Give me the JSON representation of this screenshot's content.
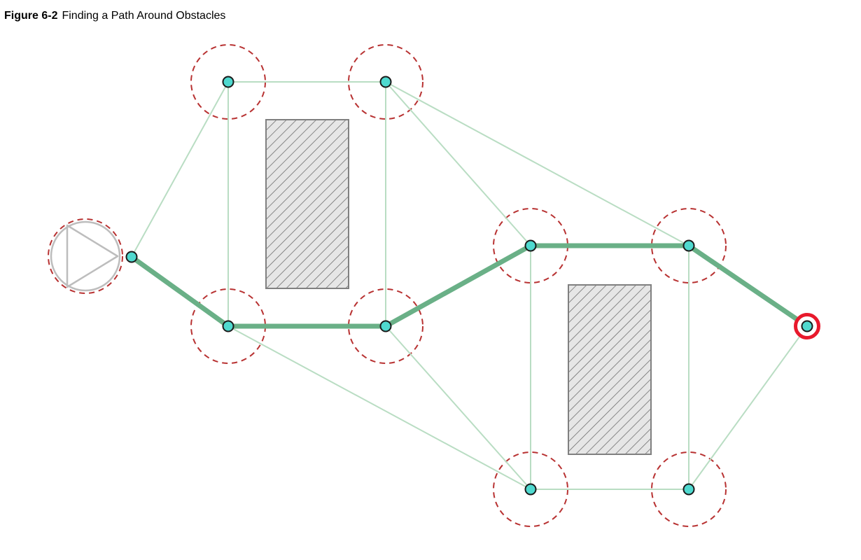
{
  "figure": {
    "number": "Figure 6-2",
    "title": "Finding a Path Around Obstacles"
  },
  "colors": {
    "graph_edge": "#b9ddc3",
    "path_edge": "#6ab087",
    "node_fill": "#4fd9cf",
    "node_stroke": "#1a1a1a",
    "clearance_circle": "#b83232",
    "obstacle_fill": "#e6e6e6",
    "obstacle_hatch": "#707070",
    "obstacle_stroke": "#808080",
    "agent_stroke": "#bdbdbd",
    "goal_ring": "#e8192c"
  },
  "graph": {
    "nodes": [
      {
        "id": "start-adjacent",
        "has_clearance_circle": false
      },
      {
        "id": "top-left",
        "has_clearance_circle": true
      },
      {
        "id": "top-middle",
        "has_clearance_circle": true
      },
      {
        "id": "lower-left",
        "has_clearance_circle": true
      },
      {
        "id": "lower-middle",
        "has_clearance_circle": true
      },
      {
        "id": "center-left",
        "has_clearance_circle": true
      },
      {
        "id": "center-right",
        "has_clearance_circle": true
      },
      {
        "id": "bottom-left",
        "has_clearance_circle": true
      },
      {
        "id": "bottom-right",
        "has_clearance_circle": true
      },
      {
        "id": "goal",
        "has_clearance_circle": false,
        "is_goal": true
      }
    ],
    "edges": [
      [
        "start-adjacent",
        "top-left"
      ],
      [
        "start-adjacent",
        "lower-left"
      ],
      [
        "top-left",
        "top-middle"
      ],
      [
        "top-left",
        "lower-left"
      ],
      [
        "top-middle",
        "lower-middle"
      ],
      [
        "top-middle",
        "center-left"
      ],
      [
        "top-middle",
        "center-right"
      ],
      [
        "lower-left",
        "lower-middle"
      ],
      [
        "lower-left",
        "bottom-left"
      ],
      [
        "lower-middle",
        "center-left"
      ],
      [
        "lower-middle",
        "bottom-left"
      ],
      [
        "center-left",
        "center-right"
      ],
      [
        "center-left",
        "bottom-left"
      ],
      [
        "center-right",
        "bottom-right"
      ],
      [
        "center-right",
        "goal"
      ],
      [
        "bottom-left",
        "bottom-right"
      ],
      [
        "bottom-right",
        "goal"
      ]
    ],
    "path": [
      "start-adjacent",
      "lower-left",
      "lower-middle",
      "center-left",
      "center-right",
      "goal"
    ]
  },
  "obstacles": [
    {
      "id": "obstacle-left"
    },
    {
      "id": "obstacle-right"
    }
  ],
  "agent": {
    "id": "agent",
    "icon": "play-triangle-icon"
  }
}
